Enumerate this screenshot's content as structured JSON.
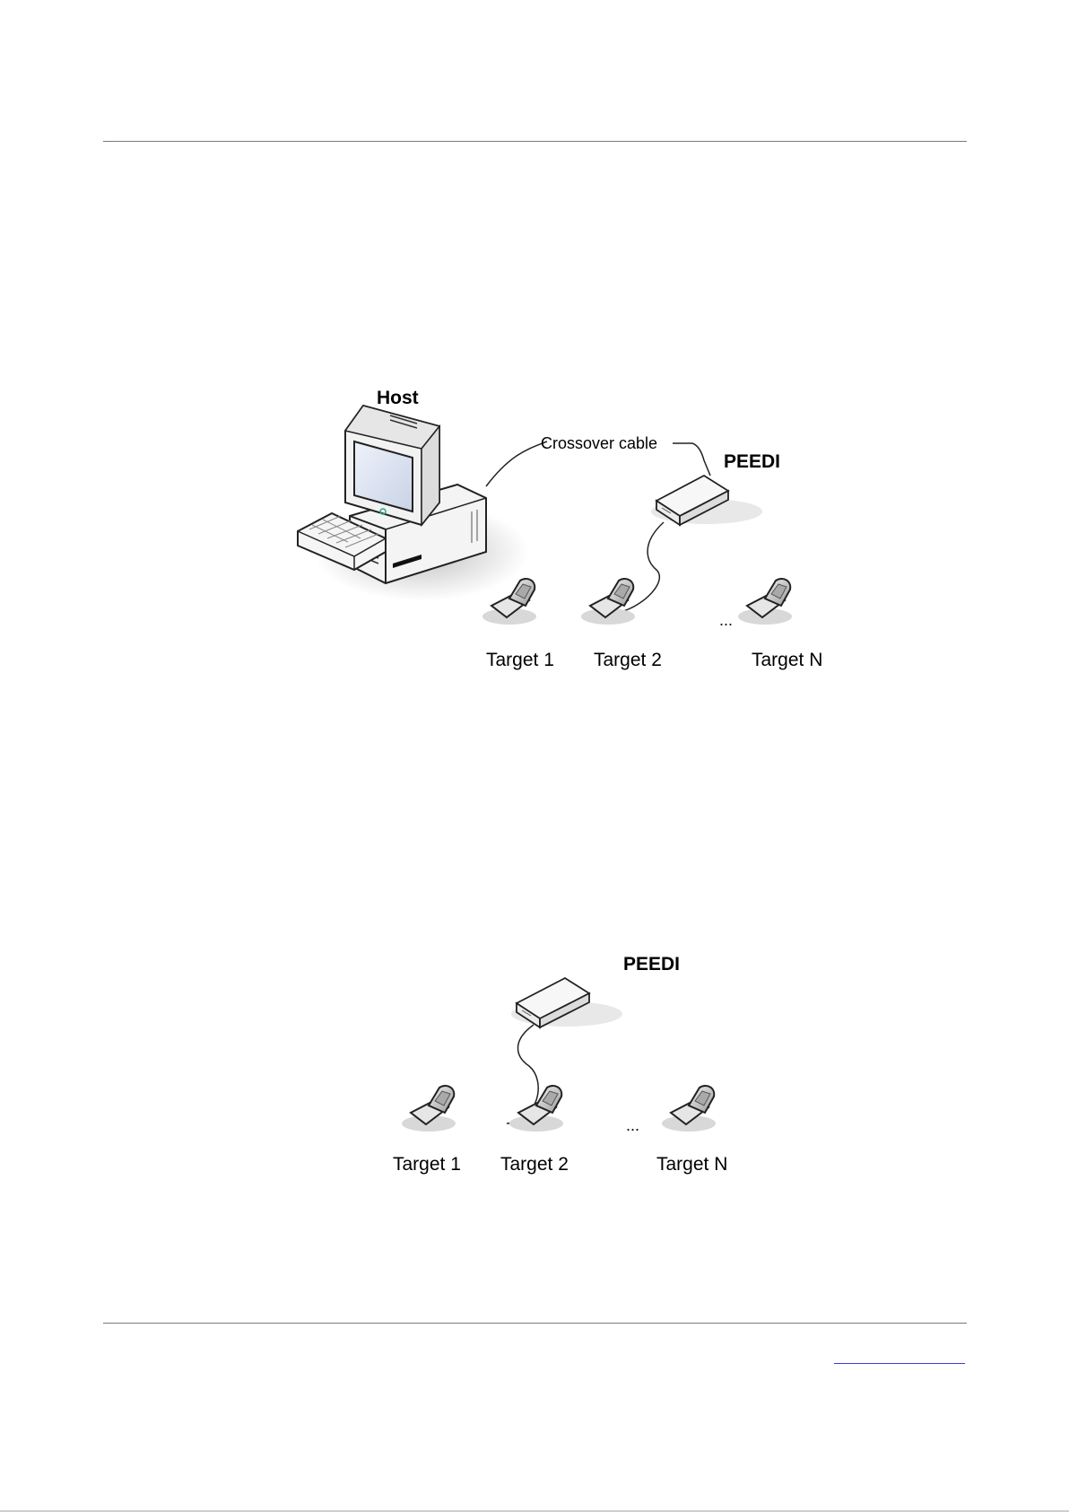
{
  "figure1": {
    "host_label": "Host",
    "cable_label": "Crossover cable",
    "device_label": "PEEDI",
    "target_labels": [
      "Target 1",
      "Target 2",
      "Target N"
    ],
    "ellipsis": "..."
  },
  "figure2": {
    "device_label": "PEEDI",
    "target_labels": [
      "Target 1",
      "Target 2",
      "Target N"
    ],
    "ellipsis": "..."
  }
}
